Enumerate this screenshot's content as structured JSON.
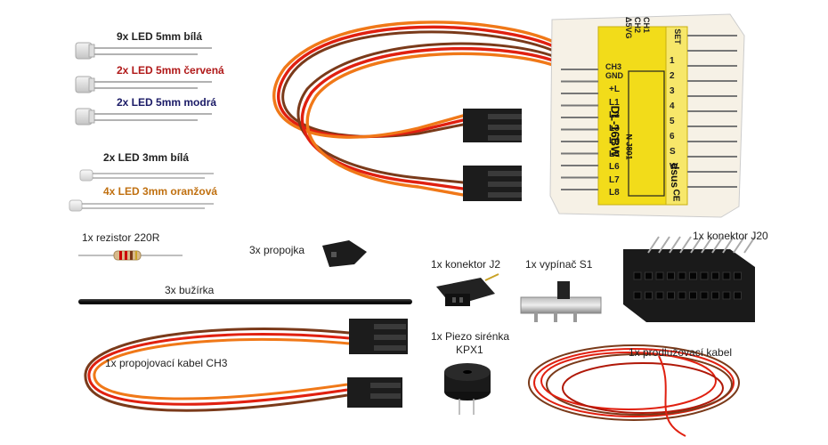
{
  "colors": {
    "led_white": "#555555",
    "led_red": "#b01818",
    "led_blue": "#1a1a66",
    "led_orange": "#c07010",
    "board_yellow": "#f2dc1a",
    "wire_red": "#e02010",
    "wire_orange": "#f07818",
    "wire_brown": "#7a3a1a",
    "connector_black": "#1c1c1c"
  },
  "labels": {
    "led5_white": "9x LED 5mm bílá",
    "led5_red": "2x LED 5mm červená",
    "led5_blue": "2x LED 5mm modrá",
    "led3_white": "2x LED 3mm bílá",
    "led3_orange": "4x LED 3mm oranžová",
    "resistor": "1x rezistor 220R",
    "jumper": "3x propojka",
    "tubing": "3x bužírka",
    "cable_ch3": "1x propojovací kabel CH3",
    "conn_j2": "1x konektor J2",
    "switch": "1x vypínač S1",
    "conn_j20": "1x konektor J20",
    "piezo_line1": "1x Piezo sirénka",
    "piezo_line2": "KPX1",
    "ext_cable": "1x prodlužovací kabel"
  },
  "board": {
    "model": "DL-16BW",
    "suffix": "N J801",
    "brand": "dsus",
    "ch_labels": [
      "CH1",
      "CH2",
      "Δ5VG"
    ],
    "ch3": "CH3",
    "gnd": "GND",
    "set": "SET",
    "outputs": [
      "+L",
      "L1",
      "L2",
      "L3",
      "L4",
      "L5",
      "L6",
      "L7",
      "L8"
    ],
    "numbers": [
      "1",
      "2",
      "3",
      "4",
      "5",
      "6",
      "S",
      "W"
    ],
    "ce": "CE"
  }
}
